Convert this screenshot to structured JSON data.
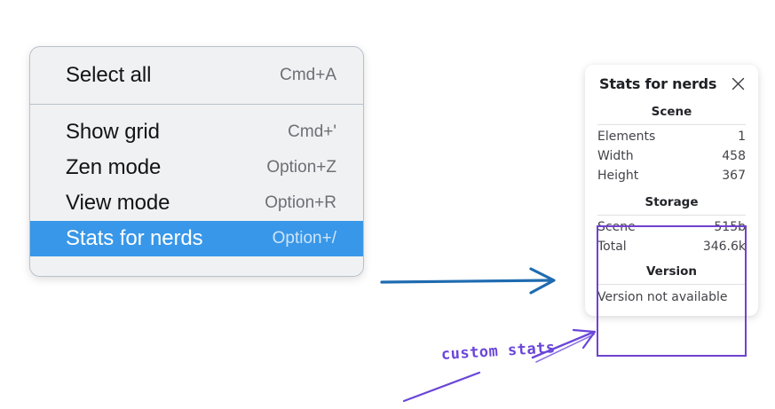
{
  "menu": {
    "groups": [
      {
        "items": [
          {
            "label": "Select all",
            "shortcut": "Cmd+A",
            "selected": false
          }
        ]
      },
      {
        "items": [
          {
            "label": "Show grid",
            "shortcut": "Cmd+'",
            "selected": false
          },
          {
            "label": "Zen mode",
            "shortcut": "Option+Z",
            "selected": false
          },
          {
            "label": "View mode",
            "shortcut": "Option+R",
            "selected": false
          },
          {
            "label": "Stats for nerds",
            "shortcut": "Option+/",
            "selected": true
          }
        ]
      }
    ],
    "highlight_color": "#3897e8",
    "background_color": "#f0f1f3"
  },
  "stats_panel": {
    "title": "Stats for nerds",
    "close_icon": "close-icon",
    "sections": [
      {
        "heading": "Scene",
        "rows": [
          {
            "key": "Elements",
            "value": "1"
          },
          {
            "key": "Width",
            "value": "458"
          },
          {
            "key": "Height",
            "value": "367"
          }
        ]
      },
      {
        "heading": "Storage",
        "rows": [
          {
            "key": "Scene",
            "value": "515b"
          },
          {
            "key": "Total",
            "value": "346.6k"
          }
        ]
      },
      {
        "heading": "Version",
        "note": "Version not available"
      }
    ],
    "highlight_box_color": "#7042cf"
  },
  "annotations": {
    "flow_arrow_color": "#1f6bb0",
    "callout_text": "custom stats",
    "callout_color": "#6a46d8"
  }
}
